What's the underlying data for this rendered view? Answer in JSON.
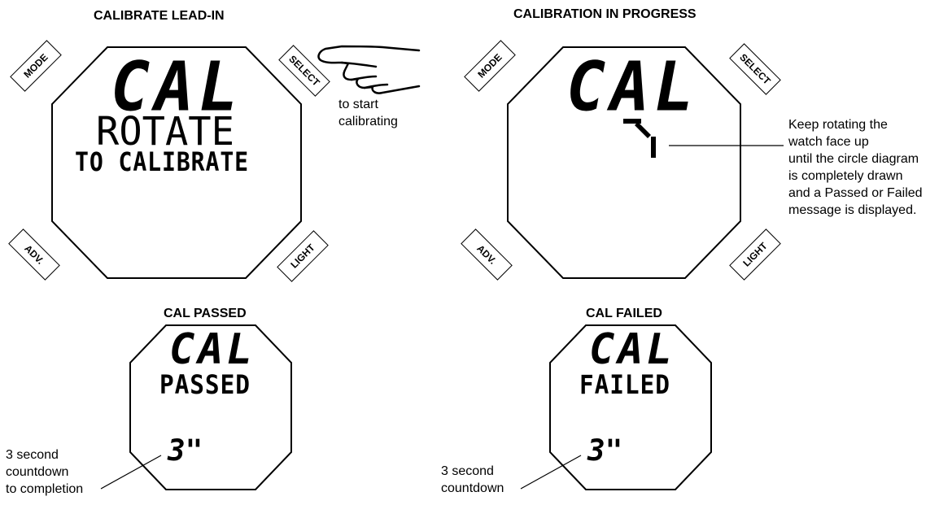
{
  "panels": {
    "lead_in": {
      "title": "CALIBRATE LEAD-IN",
      "screen": {
        "line1": "CAL",
        "line2": "ROTATE",
        "line3": "TO CALIBRATE"
      },
      "buttons": {
        "mode": "MODE",
        "select": "SELECT",
        "adv": "ADV.",
        "light": "LIGHT"
      },
      "hint_line1": "to start",
      "hint_line2": "calibrating"
    },
    "progress": {
      "title": "CALIBRATION IN PROGRESS",
      "screen": {
        "line1": "CAL"
      },
      "buttons": {
        "mode": "MODE",
        "select": "SELECT",
        "adv": "ADV.",
        "light": "LIGHT"
      },
      "note": [
        "Keep rotating the",
        "watch face up",
        "until the circle diagram",
        "is completely drawn",
        "and a Passed or Failed",
        "message is displayed."
      ]
    },
    "passed": {
      "title": "CAL PASSED",
      "screen": {
        "line1": "CAL",
        "line2": "PASSED",
        "countdown": "3\""
      },
      "note": [
        "3 second",
        "countdown",
        "to completion"
      ]
    },
    "failed": {
      "title": "CAL FAILED",
      "screen": {
        "line1": "CAL",
        "line2": "FAILED",
        "countdown": "3\""
      },
      "note": [
        "3 second",
        "countdown"
      ]
    }
  }
}
